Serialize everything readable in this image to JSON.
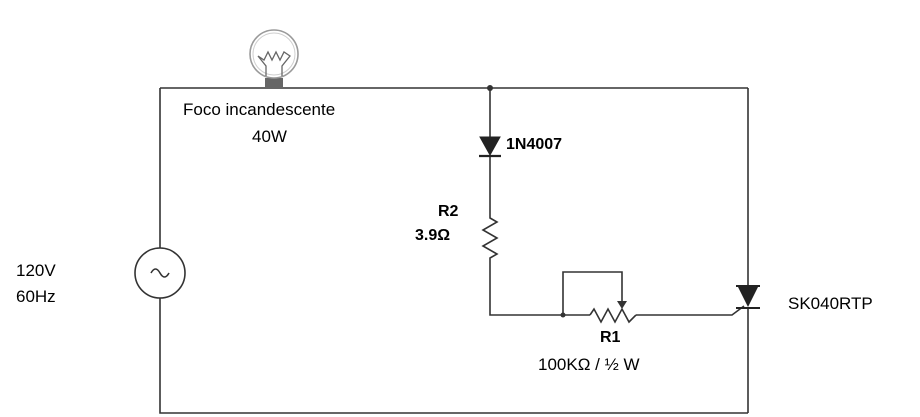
{
  "source": {
    "voltage": "120V",
    "frequency": "60Hz"
  },
  "lamp": {
    "name": "Foco incandescente",
    "power": "40W"
  },
  "diode": {
    "part": "1N4007"
  },
  "r2": {
    "ref": "R2",
    "value": "3.9Ω"
  },
  "r1": {
    "ref": "R1",
    "value": "100KΩ / ½ W"
  },
  "triac": {
    "part": "SK040RTP"
  },
  "colors": {
    "wire": "#333333",
    "lamp_base": "#666666",
    "lamp_glass": "#9a9a9a"
  },
  "icons": [
    "ac-source-icon",
    "lamp-icon",
    "diode-icon",
    "resistor-icon",
    "potentiometer-icon",
    "triac-icon"
  ]
}
